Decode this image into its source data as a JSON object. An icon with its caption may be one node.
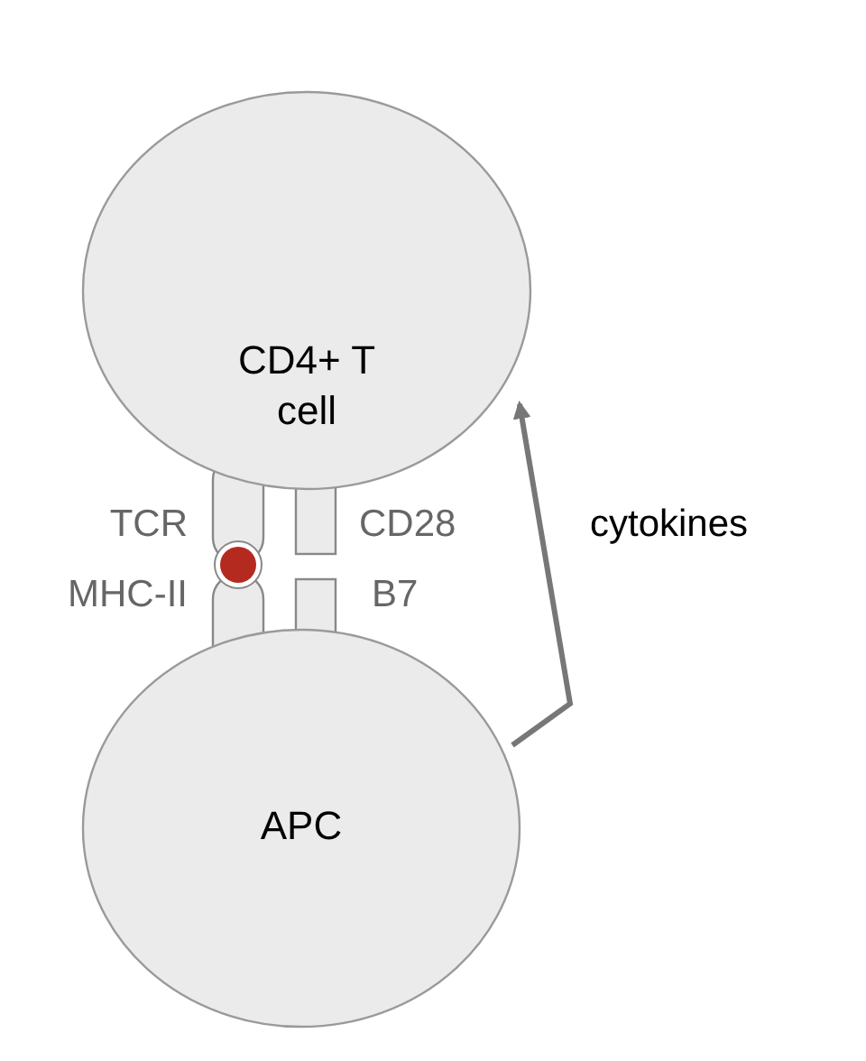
{
  "diagram": {
    "nodes": [
      {
        "text": [
          "CD4+ T cell"
        ]
      },
      {
        "text": [
          "APC"
        ]
      }
    ],
    "edges": [
      {
        "from": 1,
        "to": 0,
        "arrow": "to",
        "label": "cytokines"
      }
    ],
    "labels": [
      "TCR",
      "CD28",
      "MHC-II",
      "B7"
    ]
  }
}
